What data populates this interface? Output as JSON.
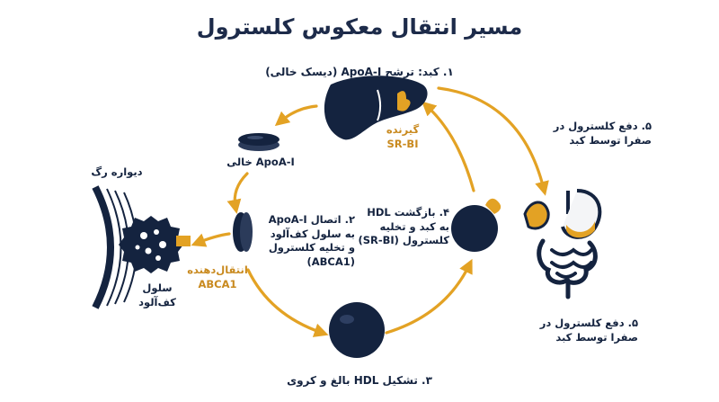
{
  "title": "مسیر انتقال معکوس کلسترول",
  "labels": {
    "step1": "۱. کبد: ترشح ApoA-I (دیسک خالی)",
    "receptor": [
      "گیرنده",
      "SR-BI"
    ],
    "empty_apoa": "ApoA-I خالی",
    "vessel_wall": "دیواره رگ",
    "step2": [
      "۲. اتصال ApoA-I",
      "به سلول کف‌آلود",
      "و تخلیه کلسترول",
      "(ABCA1)"
    ],
    "transporter": [
      "انتقال‌دهنده",
      "ABCA1"
    ],
    "foam_cell": [
      "سلول",
      "کف‌آلود"
    ],
    "step3": "۳. تشکیل HDL بالغ و کروی",
    "step4": [
      "۴. بازگشت HDL",
      "به کبد و تخلیه",
      "کلسترول (SR-BI)"
    ],
    "step5_top": [
      "۵. دفع کلسترول در",
      "صفرا توسط کبد"
    ],
    "step5_bottom": [
      "۵. دفع کلسترول در",
      "صفرا توسط کبد"
    ]
  },
  "colors": {
    "navy": "#14233f",
    "gold": "#e3a224",
    "gold_text": "#c98a1f",
    "organ_fill": "#f4f5f7"
  },
  "icons": [
    "liver-icon",
    "apoa-disc-icon",
    "foam-cell-icon",
    "hdl-particle-icon",
    "digestive-system-icon"
  ]
}
